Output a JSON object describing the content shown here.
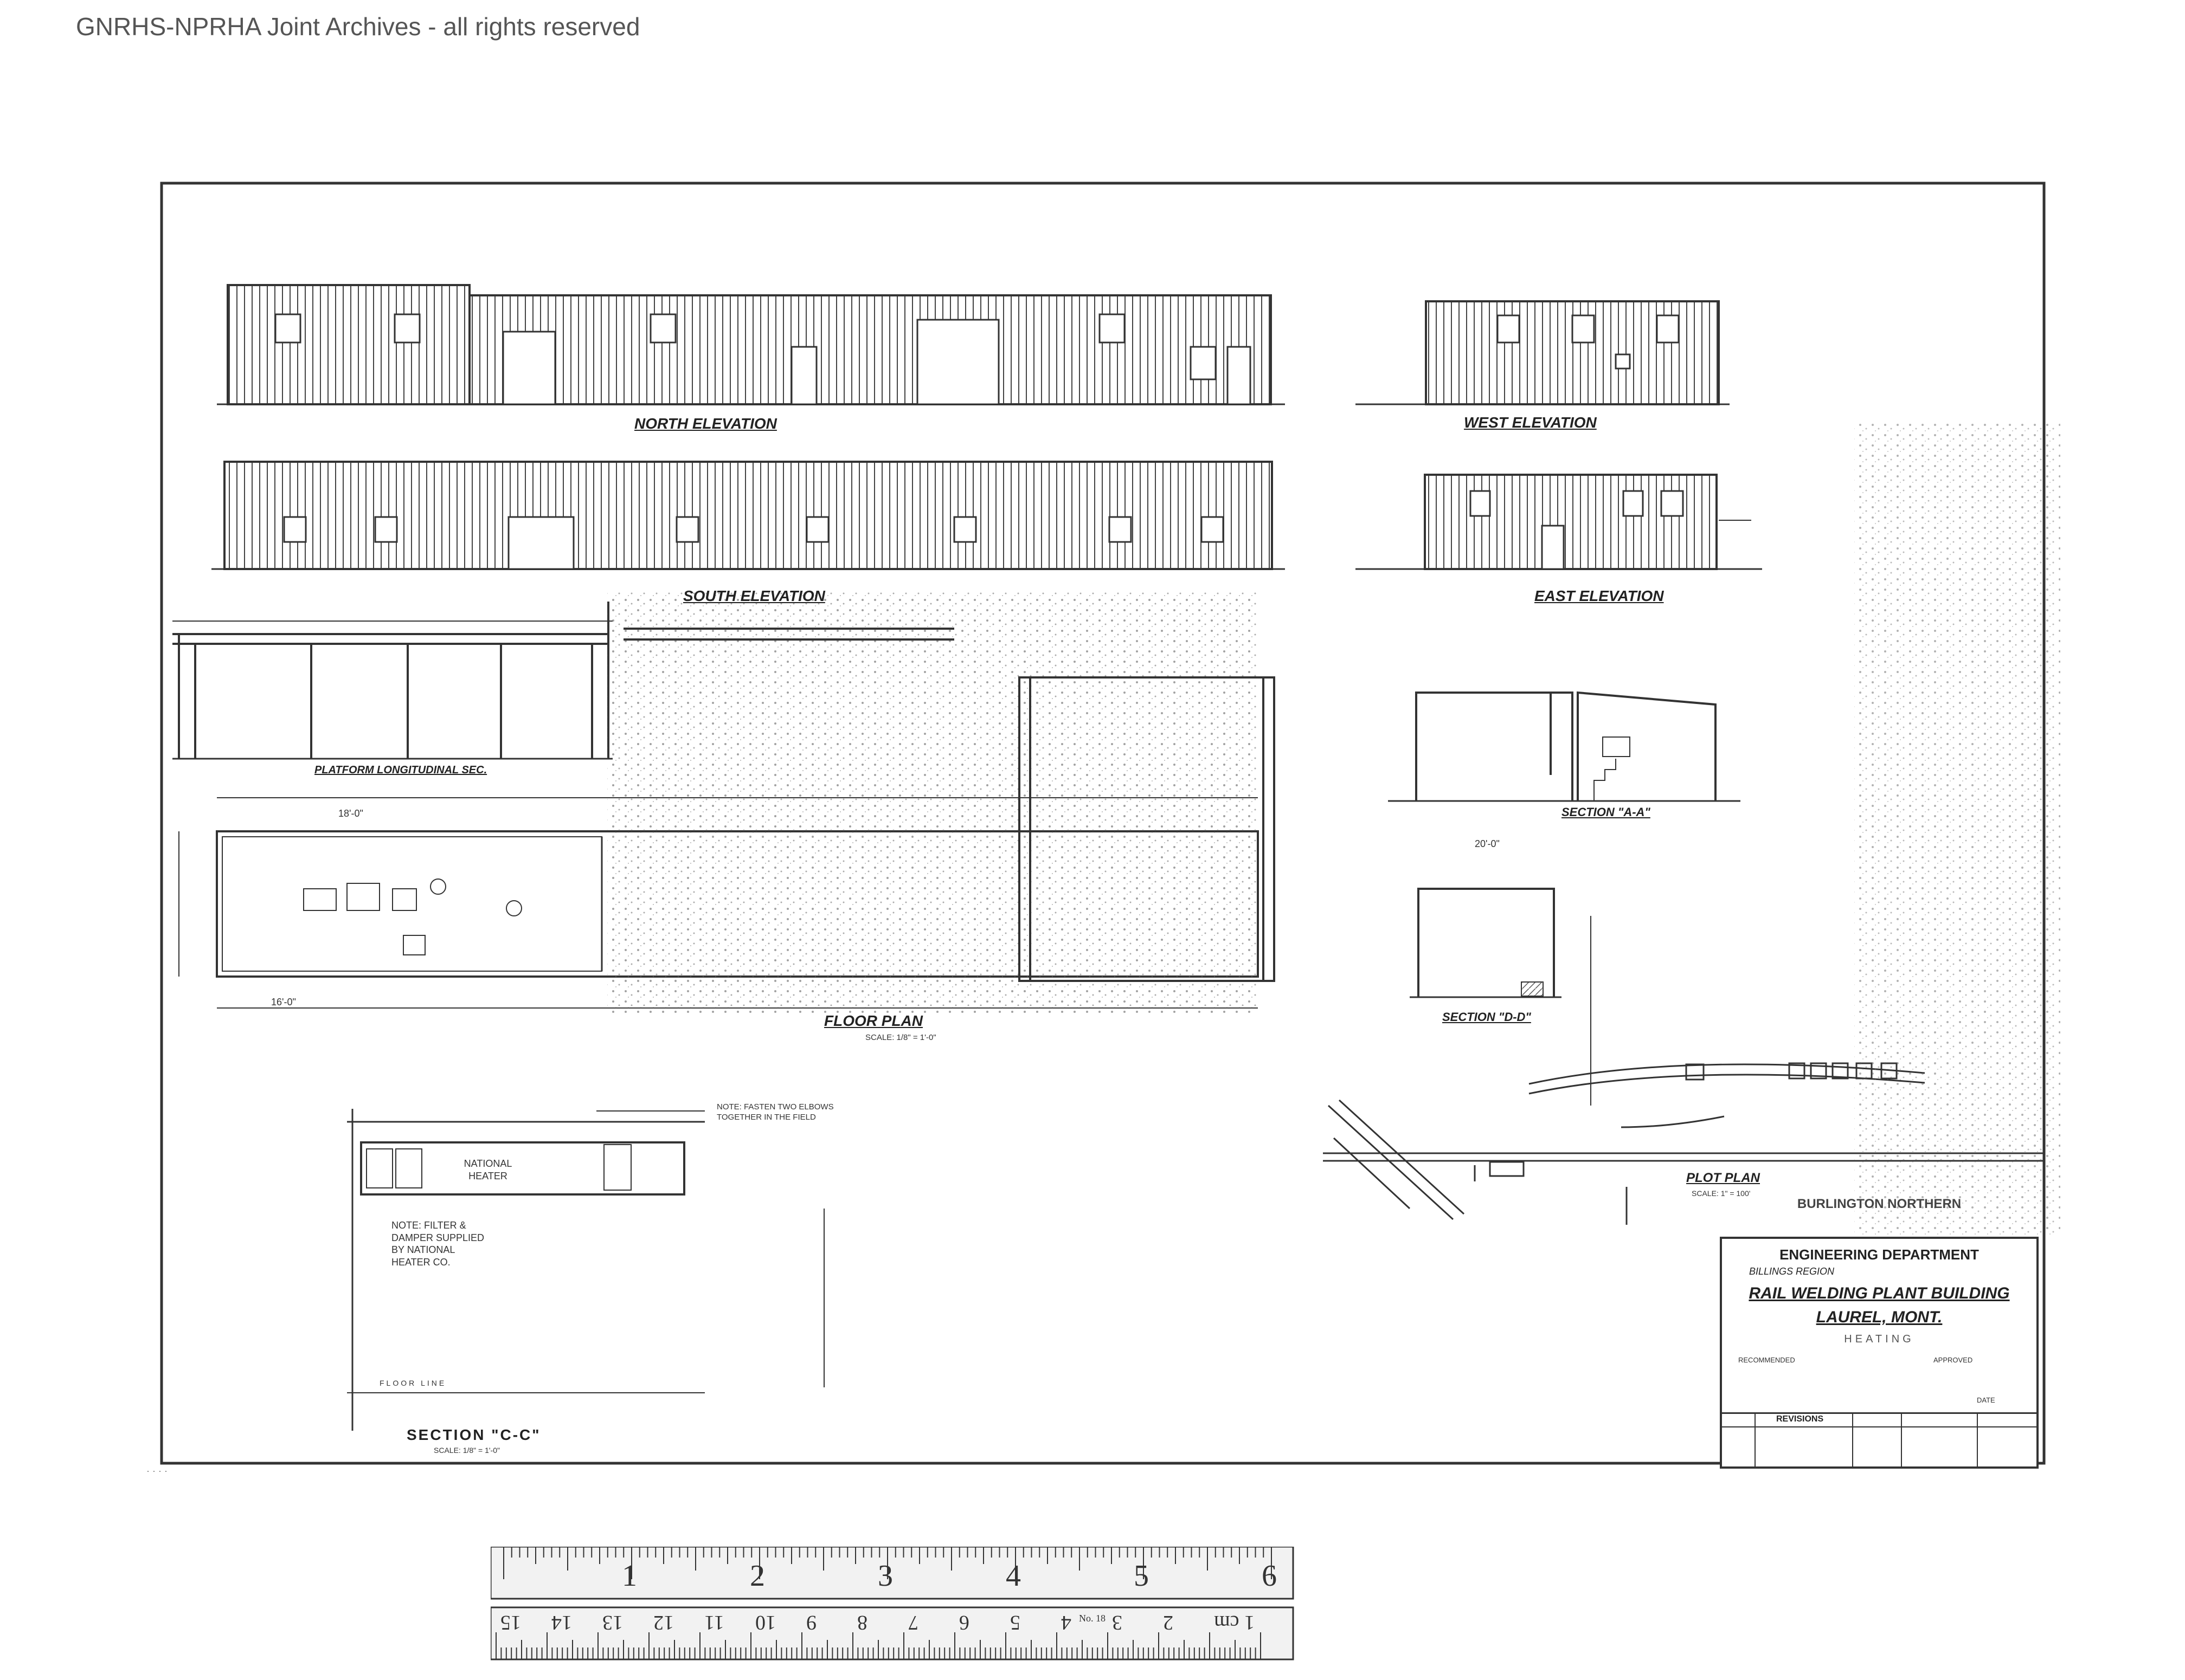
{
  "watermark": "GNRHS-NPRHA Joint Archives - all rights reserved",
  "views": {
    "north_elevation": "NORTH ELEVATION",
    "south_elevation": "SOUTH ELEVATION",
    "west_elevation": "WEST ELEVATION",
    "east_elevation": "EAST ELEVATION",
    "platform_section": "PLATFORM LONGITUDINAL SEC.",
    "floor_plan": "FLOOR PLAN",
    "floor_plan_scale": "SCALE: 1/8\" = 1'-0\"",
    "section_aa": "SECTION \"A-A\"",
    "section_dd": "SECTION \"D-D\"",
    "section_cc": "SECTION \"C-C\"",
    "section_cc_scale": "SCALE: 1/8\" = 1'-0\"",
    "plot_plan": "PLOT PLAN",
    "plot_plan_scale": "SCALE: 1\" = 100'",
    "floor_line": "FLOOR LINE"
  },
  "notes": {
    "national_heater": "NATIONAL HEATER",
    "filter_damper": "NOTE: FILTER & DAMPER SUPPLIED BY NATIONAL HEATER CO.",
    "elbow_note": "NOTE: FASTEN TWO ELBOWS TOGETHER IN THE FIELD",
    "dim_east_wall": "20'-0\"",
    "dim_west_wall": "16'-0\"",
    "dim_plan": "18'-0\""
  },
  "title_block": {
    "company": "BURLINGTON NORTHERN",
    "department": "ENGINEERING DEPARTMENT",
    "region": "BILLINGS REGION",
    "title": "RAIL WELDING PLANT BUILDING",
    "location": "LAUREL, MONT.",
    "subject": "HEATING",
    "recommended": "RECOMMENDED",
    "approved": "APPROVED",
    "revisions": "REVISIONS",
    "date": "DATE"
  },
  "ruler_inches": [
    "1",
    "2",
    "3",
    "4",
    "5",
    "6"
  ],
  "ruler_cm": [
    "1 cm",
    "2",
    "3",
    "4",
    "5",
    "6",
    "7",
    "8",
    "9",
    "10",
    "11",
    "12",
    "13",
    "14",
    "15"
  ],
  "ruler_label": "No. 18",
  "colors": {
    "ink": "#2a2a2a",
    "paper": "#ffffff",
    "ruler_bg": "#f2f2f2"
  }
}
